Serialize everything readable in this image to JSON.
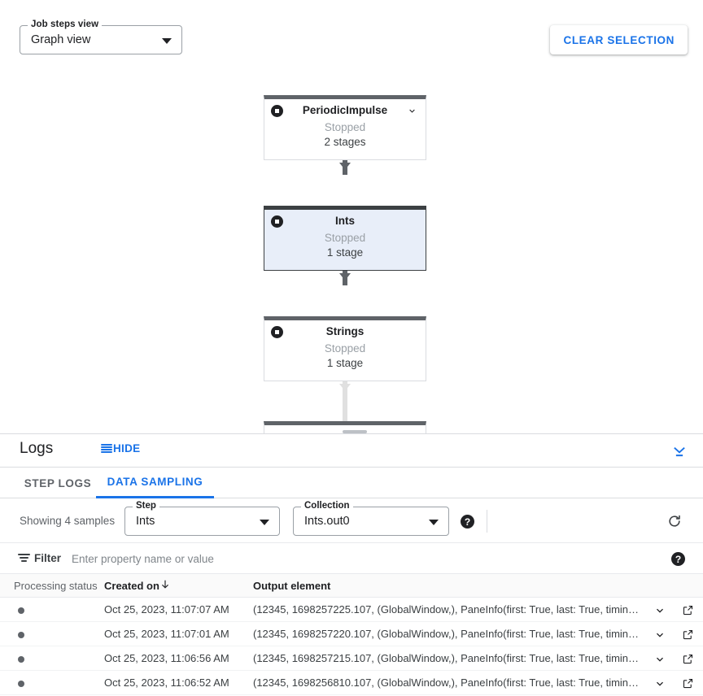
{
  "graph": {
    "view_select": {
      "legend": "Job steps view",
      "value": "Graph view",
      "caret_icon": "chevron-down-icon"
    },
    "clear_selection_label": "CLEAR SELECTION",
    "nodes": [
      {
        "title": "PeriodicImpulse",
        "status": "Stopped",
        "stages": "2 stages",
        "selected": false,
        "has_caret": true
      },
      {
        "title": "Ints",
        "status": "Stopped",
        "stages": "1 stage",
        "selected": true,
        "has_caret": false
      },
      {
        "title": "Strings",
        "status": "Stopped",
        "stages": "1 stage",
        "selected": false,
        "has_caret": false
      }
    ]
  },
  "logs": {
    "title": "Logs",
    "hide_label": "HIDE",
    "hide_icon": "list-lines-icon",
    "collapse_icon": "collapse-down-icon",
    "tabs": [
      {
        "label": "STEP LOGS",
        "active": false
      },
      {
        "label": "DATA SAMPLING",
        "active": true
      }
    ],
    "controls": {
      "showing_text": "Showing 4 samples",
      "step": {
        "legend": "Step",
        "value": "Ints"
      },
      "collection": {
        "legend": "Collection",
        "value": "Ints.out0"
      },
      "help_icon": "help-icon",
      "refresh_icon": "refresh-icon"
    },
    "filter": {
      "icon": "filter-icon",
      "label": "Filter",
      "placeholder": "Enter property name or value",
      "help_icon": "help-icon"
    },
    "table": {
      "columns": [
        "Processing status",
        "Created on",
        "Output element"
      ],
      "sort_column": "Created on",
      "sort_direction": "descending",
      "rows": [
        {
          "status": "pending",
          "created_on": "Oct 25, 2023, 11:07:07 AM",
          "output_element": "(12345, 1698257225.107, (GlobalWindow,), PaneInfo(first: True, last: True, timing…"
        },
        {
          "status": "pending",
          "created_on": "Oct 25, 2023, 11:07:01 AM",
          "output_element": "(12345, 1698257220.107, (GlobalWindow,), PaneInfo(first: True, last: True, timing…"
        },
        {
          "status": "pending",
          "created_on": "Oct 25, 2023, 11:06:56 AM",
          "output_element": "(12345, 1698257215.107, (GlobalWindow,), PaneInfo(first: True, last: True, timing…"
        },
        {
          "status": "pending",
          "created_on": "Oct 25, 2023, 11:06:52 AM",
          "output_element": "(12345, 1698256810.107, (GlobalWindow,), PaneInfo(first: True, last: True, timing…"
        }
      ],
      "row_expand_icon": "chevron-down-icon",
      "row_open_icon": "open-in-new-icon"
    }
  },
  "colors": {
    "accent": "#1a73e8",
    "node_selected_bg": "#e8eef9",
    "node_bar": "#5f6368",
    "status_dot": "#5f6368"
  }
}
